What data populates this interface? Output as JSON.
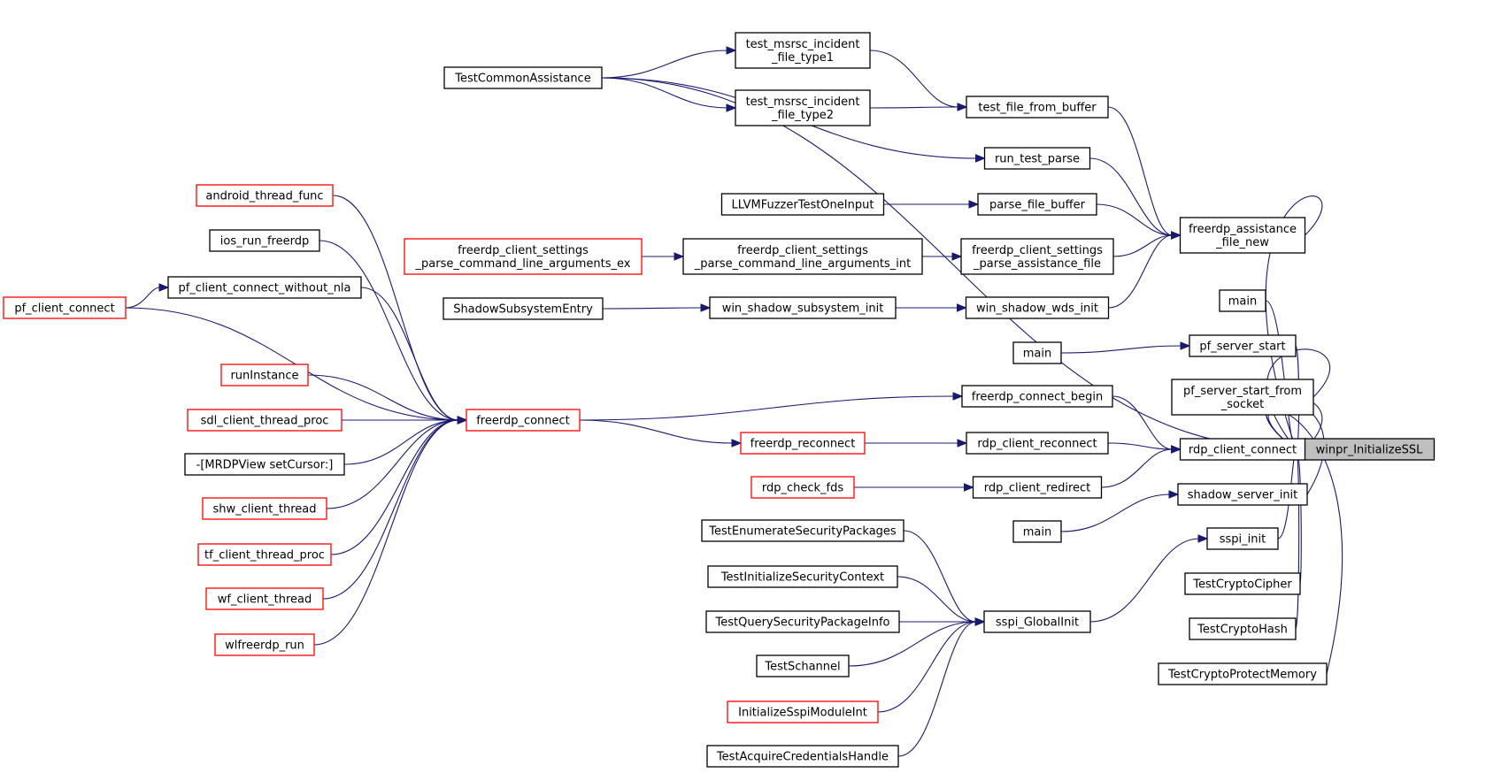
{
  "graph": {
    "focus_node": "winpr_InitializeSSL",
    "colors": {
      "edge": "#191970",
      "normal_border": "#000000",
      "truncated_border": "#ff0000",
      "focus_fill": "#bfbfbf"
    },
    "nodes": [
      {
        "id": "focus",
        "lines": [
          "winpr_InitializeSSL"
        ],
        "style": "focus"
      },
      {
        "id": "rdp_client_connect",
        "lines": [
          "rdp_client_connect"
        ],
        "style": "black"
      },
      {
        "id": "freerdp_assistance_file_new",
        "lines": [
          "freerdp_assistance",
          "_file_new"
        ],
        "style": "black"
      },
      {
        "id": "main1",
        "lines": [
          "main"
        ],
        "style": "black"
      },
      {
        "id": "pf_server_start",
        "lines": [
          "pf_server_start"
        ],
        "style": "black"
      },
      {
        "id": "pf_server_start_from_socket",
        "lines": [
          "pf_server_start_from",
          "_socket"
        ],
        "style": "black"
      },
      {
        "id": "shadow_server_init",
        "lines": [
          "shadow_server_init"
        ],
        "style": "black"
      },
      {
        "id": "sspi_init",
        "lines": [
          "sspi_init"
        ],
        "style": "black"
      },
      {
        "id": "TestCryptoCipher",
        "lines": [
          "TestCryptoCipher"
        ],
        "style": "black"
      },
      {
        "id": "TestCryptoHash",
        "lines": [
          "TestCryptoHash"
        ],
        "style": "black"
      },
      {
        "id": "TestCryptoProtectMemory",
        "lines": [
          "TestCryptoProtectMemory"
        ],
        "style": "black"
      },
      {
        "id": "test_file_from_buffer",
        "lines": [
          "test_file_from_buffer"
        ],
        "style": "black"
      },
      {
        "id": "run_test_parse",
        "lines": [
          "run_test_parse"
        ],
        "style": "black"
      },
      {
        "id": "parse_file_buffer",
        "lines": [
          "parse_file_buffer"
        ],
        "style": "black"
      },
      {
        "id": "freerdp_client_settings_parse_assistance_file",
        "lines": [
          "freerdp_client_settings",
          "_parse_assistance_file"
        ],
        "style": "black"
      },
      {
        "id": "win_shadow_wds_init",
        "lines": [
          "win_shadow_wds_init"
        ],
        "style": "black"
      },
      {
        "id": "main2",
        "lines": [
          "main"
        ],
        "style": "black"
      },
      {
        "id": "freerdp_connect_begin",
        "lines": [
          "freerdp_connect_begin"
        ],
        "style": "black"
      },
      {
        "id": "rdp_client_reconnect",
        "lines": [
          "rdp_client_reconnect"
        ],
        "style": "black"
      },
      {
        "id": "rdp_client_redirect",
        "lines": [
          "rdp_client_redirect"
        ],
        "style": "black"
      },
      {
        "id": "main3",
        "lines": [
          "main"
        ],
        "style": "black"
      },
      {
        "id": "sspi_GlobalInit",
        "lines": [
          "sspi_GlobalInit"
        ],
        "style": "black"
      },
      {
        "id": "test_msrsc_incident_file_type1",
        "lines": [
          "test_msrsc_incident",
          "_file_type1"
        ],
        "style": "black"
      },
      {
        "id": "test_msrsc_incident_file_type2",
        "lines": [
          "test_msrsc_incident",
          "_file_type2"
        ],
        "style": "black"
      },
      {
        "id": "LLVMFuzzerTestOneInput",
        "lines": [
          "LLVMFuzzerTestOneInput"
        ],
        "style": "black"
      },
      {
        "id": "freerdp_client_settings_parse_command_line_arguments_int",
        "lines": [
          "freerdp_client_settings",
          "_parse_command_line_arguments_int"
        ],
        "style": "black"
      },
      {
        "id": "win_shadow_subsystem_init",
        "lines": [
          "win_shadow_subsystem_init"
        ],
        "style": "black"
      },
      {
        "id": "freerdp_reconnect",
        "lines": [
          "freerdp_reconnect"
        ],
        "style": "red"
      },
      {
        "id": "rdp_check_fds",
        "lines": [
          "rdp_check_fds"
        ],
        "style": "red"
      },
      {
        "id": "TestEnumerateSecurityPackages",
        "lines": [
          "TestEnumerateSecurityPackages"
        ],
        "style": "black"
      },
      {
        "id": "TestInitializeSecurityContext",
        "lines": [
          "TestInitializeSecurityContext"
        ],
        "style": "black"
      },
      {
        "id": "TestQuerySecurityPackageInfo",
        "lines": [
          "TestQuerySecurityPackageInfo"
        ],
        "style": "black"
      },
      {
        "id": "TestSchannel",
        "lines": [
          "TestSchannel"
        ],
        "style": "black"
      },
      {
        "id": "InitializeSspiModuleInt",
        "lines": [
          "InitializeSspiModuleInt"
        ],
        "style": "red"
      },
      {
        "id": "TestAcquireCredentialsHandle",
        "lines": [
          "TestAcquireCredentialsHandle"
        ],
        "style": "black"
      },
      {
        "id": "TestCommonAssistance",
        "lines": [
          "TestCommonAssistance"
        ],
        "style": "black"
      },
      {
        "id": "freerdp_client_settings_parse_command_line_arguments_ex",
        "lines": [
          "freerdp_client_settings",
          "_parse_command_line_arguments_ex"
        ],
        "style": "red"
      },
      {
        "id": "ShadowSubsystemEntry",
        "lines": [
          "ShadowSubsystemEntry"
        ],
        "style": "black"
      },
      {
        "id": "freerdp_connect",
        "lines": [
          "freerdp_connect"
        ],
        "style": "red"
      },
      {
        "id": "android_thread_func",
        "lines": [
          "android_thread_func"
        ],
        "style": "red"
      },
      {
        "id": "ios_run_freerdp",
        "lines": [
          "ios_run_freerdp"
        ],
        "style": "black"
      },
      {
        "id": "pf_client_connect_without_nla",
        "lines": [
          "pf_client_connect_without_nla"
        ],
        "style": "black"
      },
      {
        "id": "pf_client_connect",
        "lines": [
          "pf_client_connect"
        ],
        "style": "red"
      },
      {
        "id": "runInstance",
        "lines": [
          "runInstance"
        ],
        "style": "red"
      },
      {
        "id": "sdl_client_thread_proc",
        "lines": [
          "sdl_client_thread_proc"
        ],
        "style": "red"
      },
      {
        "id": "MRDPView_setCursor",
        "lines": [
          "-[MRDPView setCursor:]"
        ],
        "style": "black"
      },
      {
        "id": "shw_client_thread",
        "lines": [
          "shw_client_thread"
        ],
        "style": "red"
      },
      {
        "id": "tf_client_thread_proc",
        "lines": [
          "tf_client_thread_proc"
        ],
        "style": "red"
      },
      {
        "id": "wf_client_thread",
        "lines": [
          "wf_client_thread"
        ],
        "style": "red"
      },
      {
        "id": "wlfreerdp_run",
        "lines": [
          "wlfreerdp_run"
        ],
        "style": "red"
      }
    ],
    "edges": [
      {
        "from": "rdp_client_connect",
        "to": "focus"
      },
      {
        "from": "freerdp_assistance_file_new",
        "to": "focus"
      },
      {
        "from": "main1",
        "to": "focus"
      },
      {
        "from": "pf_server_start",
        "to": "focus"
      },
      {
        "from": "pf_server_start_from_socket",
        "to": "focus"
      },
      {
        "from": "shadow_server_init",
        "to": "focus"
      },
      {
        "from": "sspi_init",
        "to": "focus"
      },
      {
        "from": "TestCryptoCipher",
        "to": "focus"
      },
      {
        "from": "TestCryptoHash",
        "to": "focus"
      },
      {
        "from": "TestCryptoProtectMemory",
        "to": "focus"
      },
      {
        "from": "TestCommonAssistance",
        "to": "focus"
      },
      {
        "from": "test_file_from_buffer",
        "to": "freerdp_assistance_file_new"
      },
      {
        "from": "run_test_parse",
        "to": "freerdp_assistance_file_new"
      },
      {
        "from": "parse_file_buffer",
        "to": "freerdp_assistance_file_new"
      },
      {
        "from": "freerdp_client_settings_parse_assistance_file",
        "to": "freerdp_assistance_file_new"
      },
      {
        "from": "win_shadow_wds_init",
        "to": "freerdp_assistance_file_new"
      },
      {
        "from": "main2",
        "to": "pf_server_start"
      },
      {
        "from": "freerdp_connect_begin",
        "to": "rdp_client_connect"
      },
      {
        "from": "rdp_client_reconnect",
        "to": "rdp_client_connect"
      },
      {
        "from": "rdp_client_redirect",
        "to": "rdp_client_connect"
      },
      {
        "from": "main3",
        "to": "shadow_server_init"
      },
      {
        "from": "sspi_GlobalInit",
        "to": "sspi_init"
      },
      {
        "from": "test_msrsc_incident_file_type1",
        "to": "test_file_from_buffer"
      },
      {
        "from": "test_msrsc_incident_file_type2",
        "to": "test_file_from_buffer"
      },
      {
        "from": "TestCommonAssistance",
        "to": "test_msrsc_incident_file_type1"
      },
      {
        "from": "TestCommonAssistance",
        "to": "test_msrsc_incident_file_type2"
      },
      {
        "from": "TestCommonAssistance",
        "to": "run_test_parse"
      },
      {
        "from": "LLVMFuzzerTestOneInput",
        "to": "parse_file_buffer"
      },
      {
        "from": "freerdp_client_settings_parse_command_line_arguments_int",
        "to": "freerdp_client_settings_parse_assistance_file"
      },
      {
        "from": "freerdp_client_settings_parse_command_line_arguments_ex",
        "to": "freerdp_client_settings_parse_command_line_arguments_int"
      },
      {
        "from": "win_shadow_subsystem_init",
        "to": "win_shadow_wds_init"
      },
      {
        "from": "ShadowSubsystemEntry",
        "to": "win_shadow_subsystem_init"
      },
      {
        "from": "freerdp_connect",
        "to": "freerdp_connect_begin"
      },
      {
        "from": "freerdp_connect",
        "to": "freerdp_reconnect"
      },
      {
        "from": "freerdp_reconnect",
        "to": "rdp_client_reconnect"
      },
      {
        "from": "rdp_check_fds",
        "to": "rdp_client_redirect"
      },
      {
        "from": "TestEnumerateSecurityPackages",
        "to": "sspi_GlobalInit"
      },
      {
        "from": "TestInitializeSecurityContext",
        "to": "sspi_GlobalInit"
      },
      {
        "from": "TestQuerySecurityPackageInfo",
        "to": "sspi_GlobalInit"
      },
      {
        "from": "TestSchannel",
        "to": "sspi_GlobalInit"
      },
      {
        "from": "InitializeSspiModuleInt",
        "to": "sspi_GlobalInit"
      },
      {
        "from": "TestAcquireCredentialsHandle",
        "to": "sspi_GlobalInit"
      },
      {
        "from": "android_thread_func",
        "to": "freerdp_connect"
      },
      {
        "from": "ios_run_freerdp",
        "to": "freerdp_connect"
      },
      {
        "from": "pf_client_connect_without_nla",
        "to": "freerdp_connect"
      },
      {
        "from": "pf_client_connect",
        "to": "freerdp_connect"
      },
      {
        "from": "pf_client_connect",
        "to": "pf_client_connect_without_nla"
      },
      {
        "from": "runInstance",
        "to": "freerdp_connect"
      },
      {
        "from": "sdl_client_thread_proc",
        "to": "freerdp_connect"
      },
      {
        "from": "MRDPView_setCursor",
        "to": "freerdp_connect"
      },
      {
        "from": "shw_client_thread",
        "to": "freerdp_connect"
      },
      {
        "from": "tf_client_thread_proc",
        "to": "freerdp_connect"
      },
      {
        "from": "wf_client_thread",
        "to": "freerdp_connect"
      },
      {
        "from": "wlfreerdp_run",
        "to": "freerdp_connect"
      }
    ]
  }
}
